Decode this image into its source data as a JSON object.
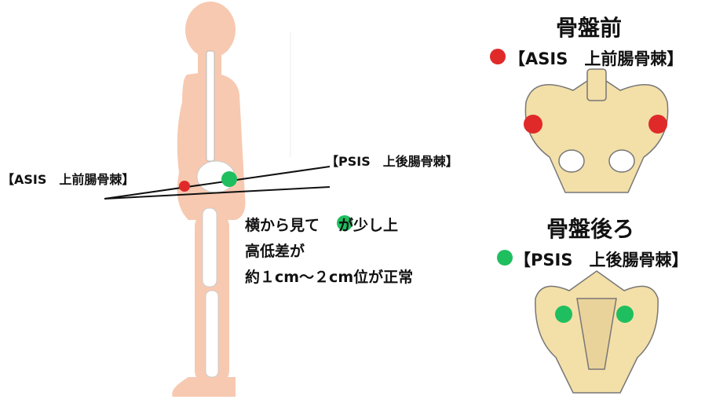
{
  "left_labels": {
    "asis": "【ASIS　上前腸骨棘】",
    "psis": "【PSIS　上後腸骨棘】"
  },
  "explanation": {
    "line1_before": "横から見て",
    "line1_after": "が少し上",
    "line2": "高低差が",
    "line3": "約１cm〜２cm位が正常"
  },
  "front": {
    "title": "骨盤前",
    "label": "【ASIS　上前腸骨棘】"
  },
  "back": {
    "title": "骨盤後ろ",
    "label": "【PSIS　上後腸骨棘】"
  },
  "colors": {
    "asis": "#e02a2a",
    "psis": "#1fbf5f",
    "skin": "#f7c9b1",
    "bone": "#f3dfa8"
  }
}
